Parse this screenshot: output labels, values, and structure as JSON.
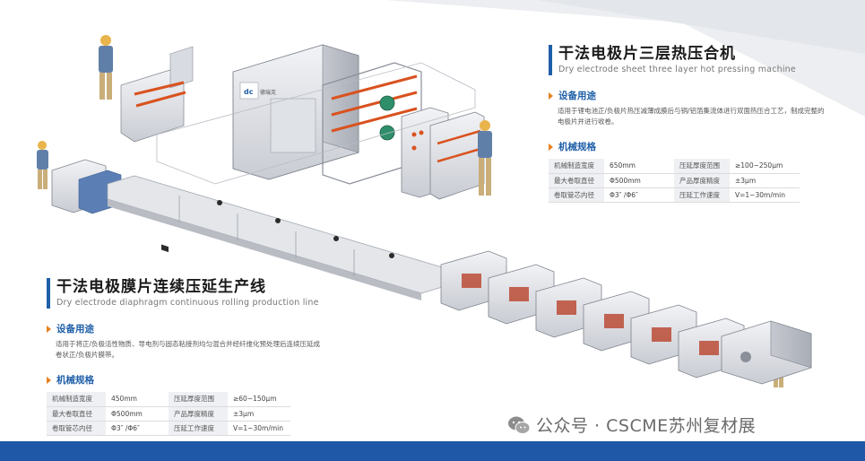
{
  "top_machine": {
    "title_zh": "干法电极片三层热压合机",
    "title_en": "Dry electrode sheet three layer hot pressing machine",
    "usage_label": "设备用途",
    "usage_text": "适用于锂电池正/负极片热压减薄成膜后与铜/铝箔集流体进行双面热压合工艺，制成完整的电极片并进行收卷。",
    "spec_label": "机械规格",
    "specs": [
      [
        "机械制造宽度",
        "650mm",
        "压延厚度范围",
        "≥100~250μm"
      ],
      [
        "最大卷取直径",
        "Φ500mm",
        "产品厚度精度",
        "±3μm"
      ],
      [
        "卷取管芯内径",
        "Φ3″ /Φ6″",
        "压延工作速度",
        "V=1~30m/min"
      ]
    ]
  },
  "bottom_machine": {
    "title_zh": "干法电极膜片连续压延生产线",
    "title_en": "Dry electrode diaphragm continuous rolling production line",
    "usage_label": "设备用途",
    "usage_text": "适用于将正/负极活性物质、导电剂与固态粘接剂均匀混合并经纤维化预处理后连续压延成卷状正/负极片膜带。",
    "spec_label": "机械规格",
    "specs": [
      [
        "机械制造宽度",
        "450mm",
        "压延厚度范围",
        "≥60~150μm"
      ],
      [
        "最大卷取直径",
        "Φ500mm",
        "产品厚度精度",
        "±3μm"
      ],
      [
        "卷取管芯内径",
        "Φ3″ /Φ6″",
        "压延工作速度",
        "V=1~30m/min"
      ]
    ]
  },
  "machine_labels": {
    "logo": "dc",
    "brand": "德瑞克"
  },
  "watermark": {
    "text": "公众号 · CSCME苏州复材展",
    "icon": "wechat-icon"
  },
  "colors": {
    "accent_blue": "#1f5fa8",
    "accent_orange": "#e8811f",
    "footer_blue": "#1e58a6"
  }
}
